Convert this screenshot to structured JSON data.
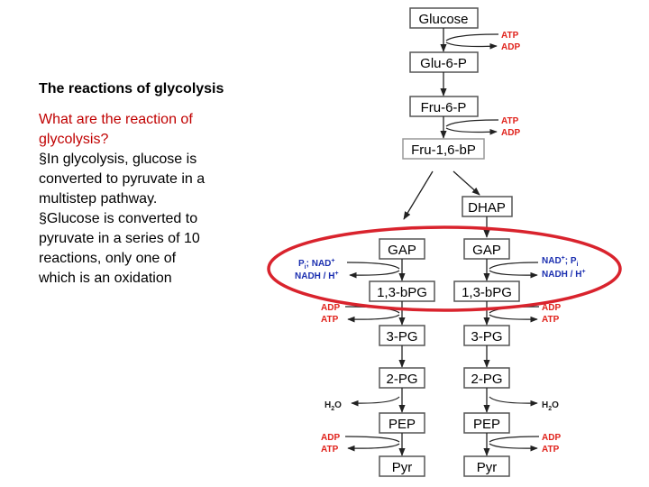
{
  "slide": {
    "title": "The reactions of glycolysis",
    "question_line1": "What are the reaction of",
    "question_line2": "glycolysis?",
    "bullets": [
      [
        "§In glycolysis, glucose is",
        "converted to pyruvate in a",
        "multistep pathway."
      ],
      [
        "§Glucose is converted to",
        "pyruvate in a series of 10",
        "reactions, only one of",
        "which is an oxidation"
      ]
    ]
  },
  "pathway": {
    "glucose": "Glucose",
    "g6p": "Glu-6-P",
    "f6p": "Fru-6-P",
    "f16bp": "Fru-1,6-bP",
    "dhap": "DHAP",
    "gap": "GAP",
    "bpg": "1,3-bPG",
    "pg3": "3-PG",
    "pg2": "2-PG",
    "pep": "PEP",
    "pyr": "Pyr"
  },
  "cofactors": {
    "atp": "ATP",
    "adp": "ADP",
    "pi_nad": "P",
    "pi_sub": "i",
    "nad": "; NAD",
    "nad_sup": "+",
    "nadh": "NADH / H",
    "nadh_sup": "+",
    "nad_right": "NAD",
    "nad_right_sup": "+",
    "pi_right": "; P",
    "pi_right_sub": "i",
    "h2o_h": "H",
    "h2o_sub": "2",
    "h2o_o": "O"
  },
  "colors": {
    "red": "#e0231c",
    "blue": "#1b2fb0",
    "box": "#555555",
    "ellipse": "#d9232d"
  }
}
